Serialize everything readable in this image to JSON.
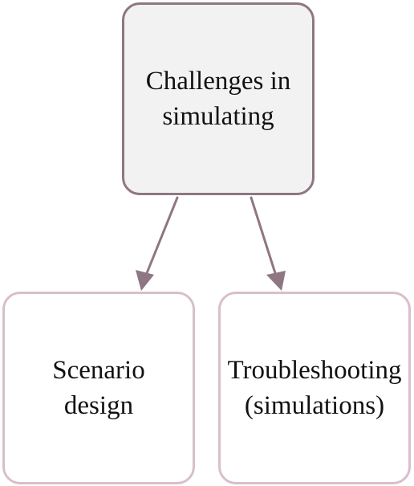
{
  "colors": {
    "root_fill": "#f2f2f3",
    "root_border": "#8f7683",
    "child_border": "#d8bfca",
    "arrow": "#8f7683"
  },
  "diagram": {
    "root": {
      "lines": [
        "Challenges in",
        "simulating"
      ]
    },
    "children": [
      {
        "lines": [
          "Scenario",
          "design"
        ]
      },
      {
        "lines": [
          "Troubleshooting",
          "(simulations)"
        ]
      }
    ]
  }
}
